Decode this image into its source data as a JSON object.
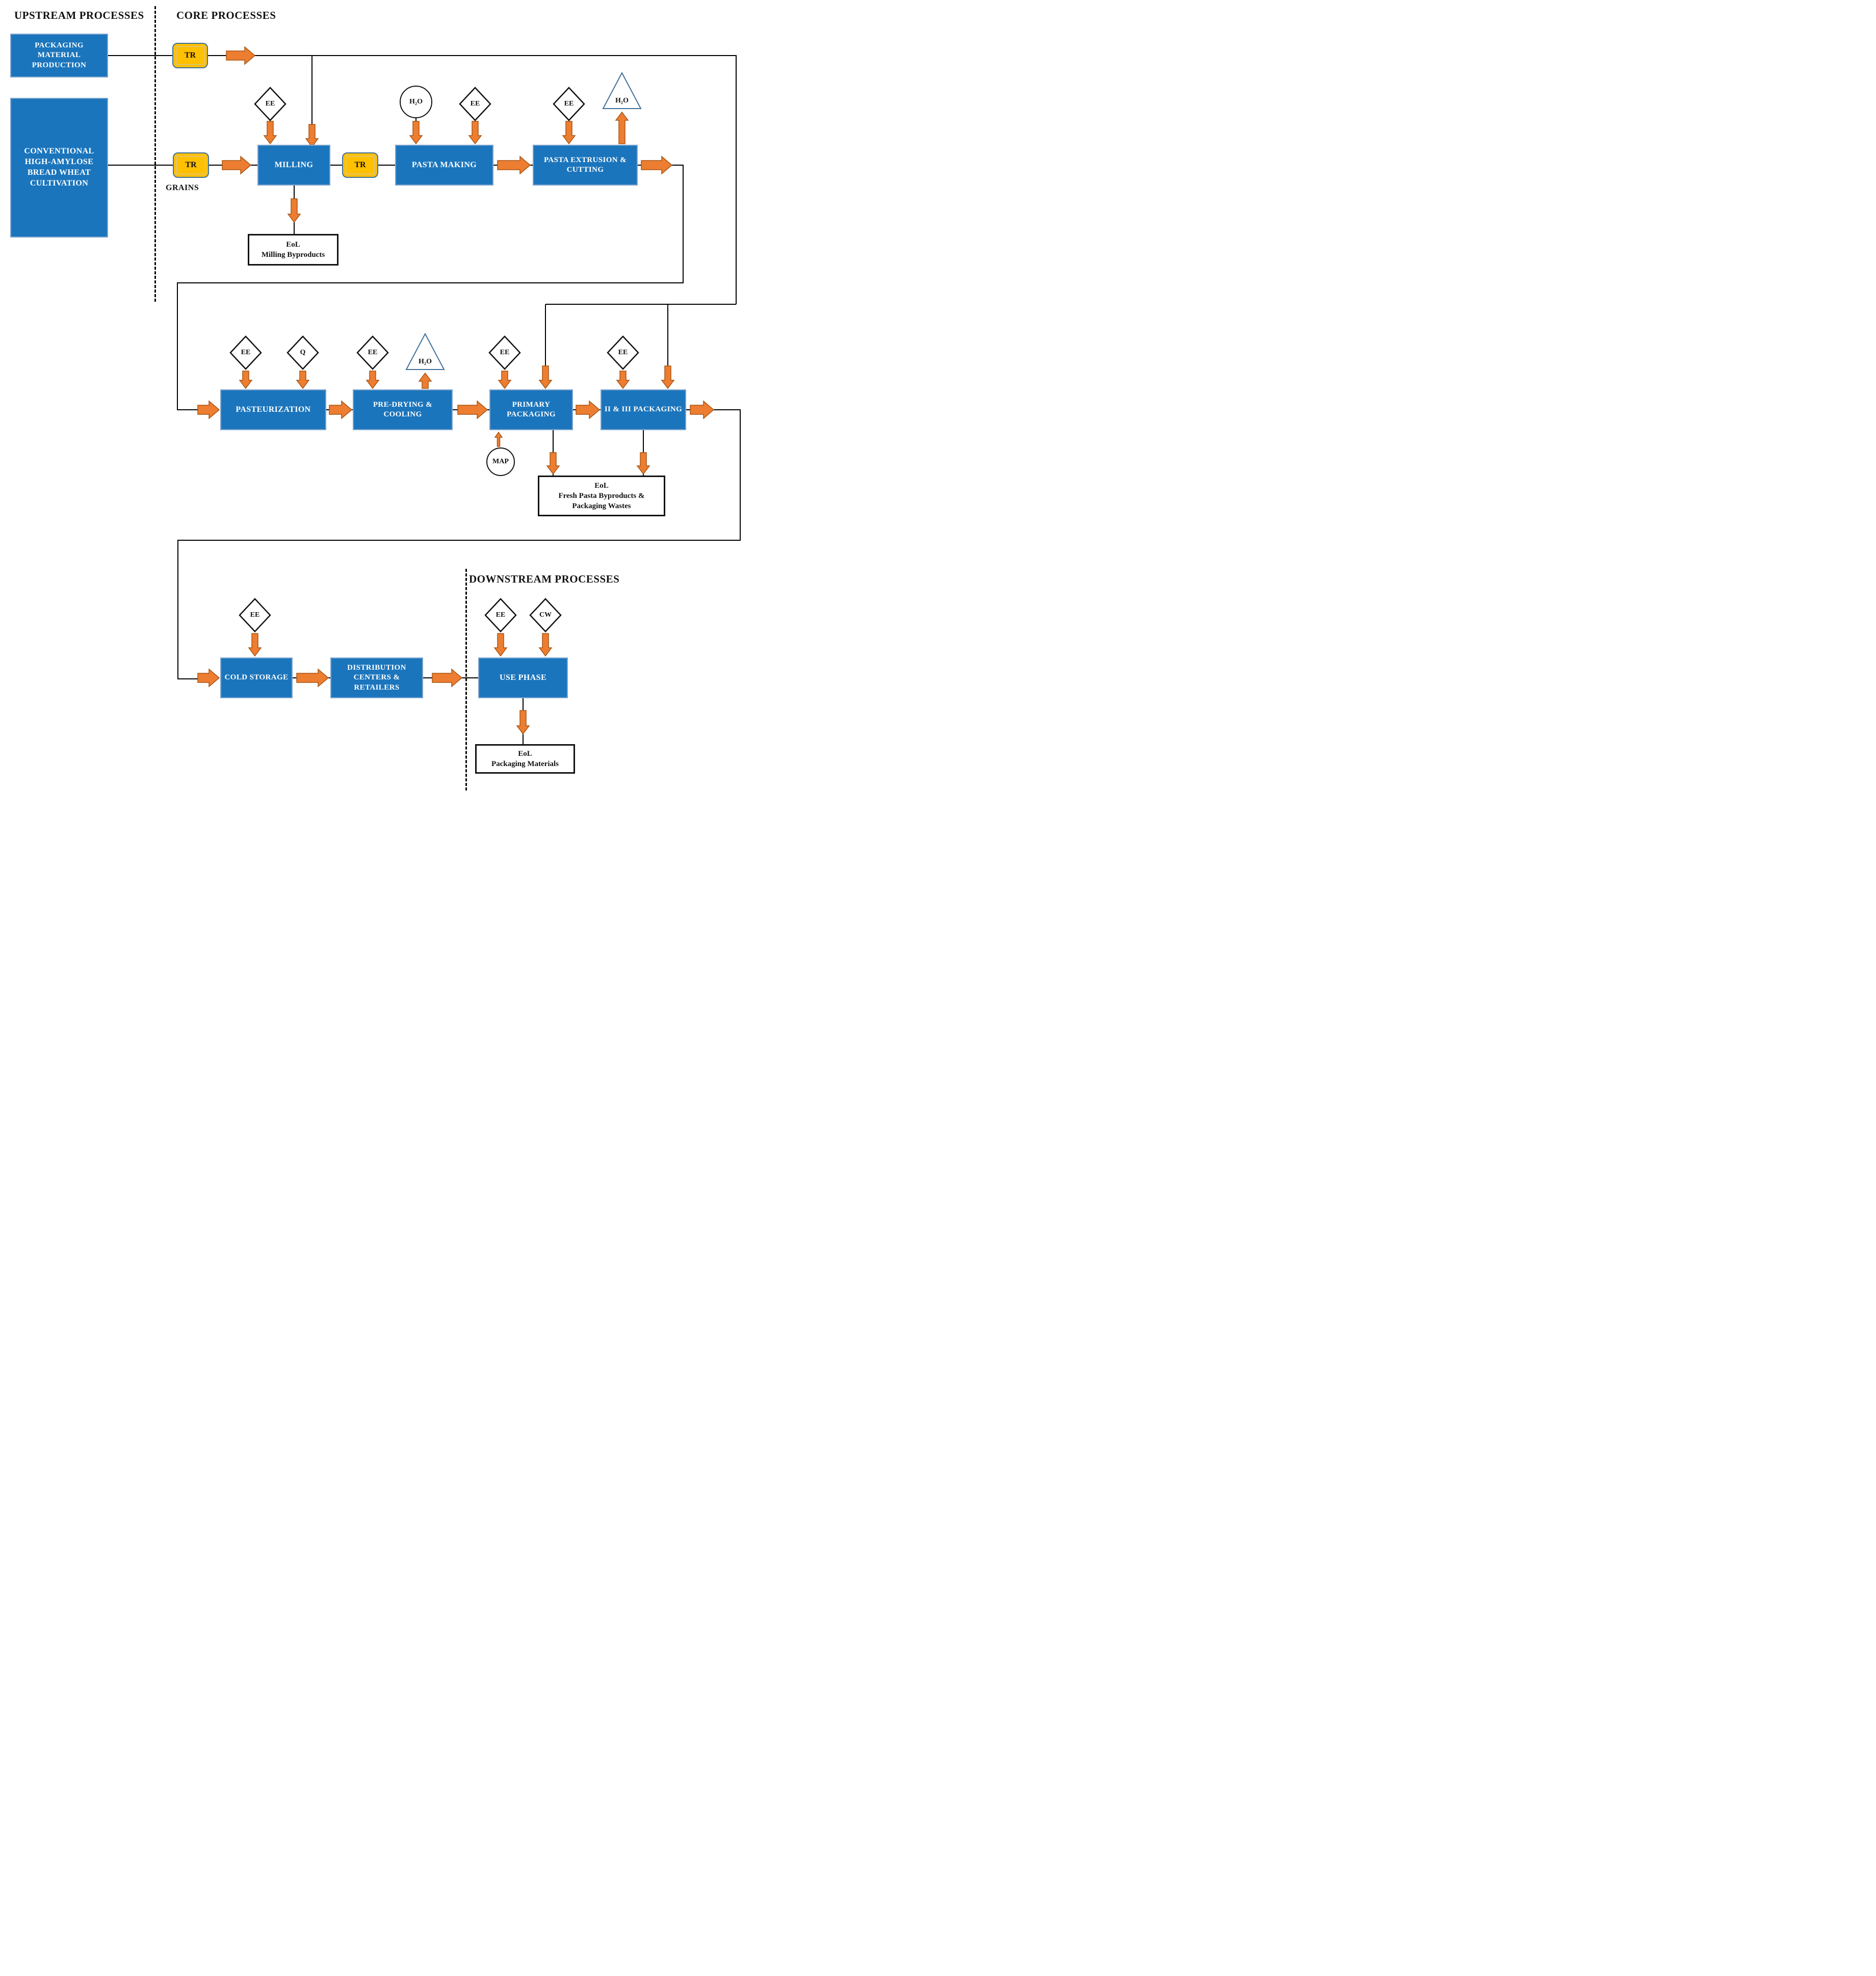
{
  "headers": {
    "upstream": "UPSTREAM PROCESSES",
    "core": "CORE PROCESSES",
    "downstream": "DOWNSTREAM PROCESSES"
  },
  "processes": {
    "packaging_material": "PACKAGING MATERIAL PRODUCTION",
    "cultivation": "CONVENTIONAL HIGH-AMYLOSE BREAD WHEAT CULTIVATION",
    "milling": "MILLING",
    "pasta_making": "PASTA MAKING",
    "extrusion": "PASTA EXTRUSION & CUTTING",
    "pasteurization": "PASTEURIZATION",
    "predrying": "PRE-DRYING & COOLING",
    "primary_packaging": "PRIMARY PACKAGING",
    "secondary_packaging": "II & III PACKAGING",
    "cold_storage": "COLD STORAGE",
    "distribution": "DISTRIBUTION CENTERS & RETAILERS",
    "use_phase": "USE PHASE"
  },
  "transport": {
    "tr": "TR",
    "grains_label": "GRAINS"
  },
  "inputs": {
    "ee": "EE",
    "q": "Q",
    "cw": "CW",
    "h2o": "H₂O",
    "map": "MAP"
  },
  "eol": {
    "milling": {
      "line1": "EoL",
      "line2": "Milling Byproducts"
    },
    "fresh_pasta": {
      "line1": "EoL",
      "line2": "Fresh Pasta Byproducts &",
      "line3": "Packaging Wastes"
    },
    "packaging": {
      "line1": "EoL",
      "line2": "Packaging Materials"
    }
  },
  "colors": {
    "process_blue": "#1B75BC",
    "process_border": "#7BA3CD",
    "transport_yellow": "#FFC000",
    "transport_border": "#41719C",
    "arrow_orange": "#ED7D31",
    "arrow_border": "#A85613",
    "triangle_border": "#41719C",
    "line_black": "#000000",
    "text_white": "#FFFFFF",
    "text_black": "#111111"
  }
}
